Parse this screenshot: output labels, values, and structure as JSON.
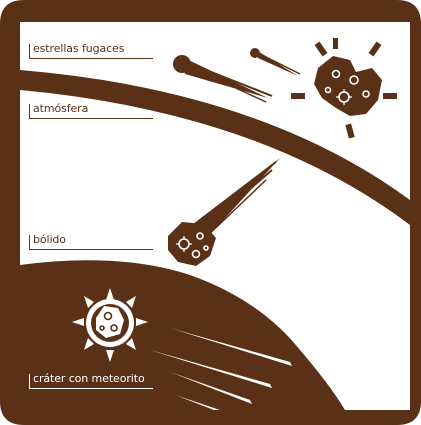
{
  "labels": {
    "shooting_stars": "estrellas fugaces",
    "atmosphere": "atmósfera",
    "fireball": "bólido",
    "crater": "cráter con meteorito"
  },
  "icons": [
    "meteor-icon",
    "meteor-fragments-icon",
    "fireball-icon",
    "crater-icon"
  ],
  "colors": {
    "brown": "#5a3117",
    "background": "#ffffff"
  }
}
